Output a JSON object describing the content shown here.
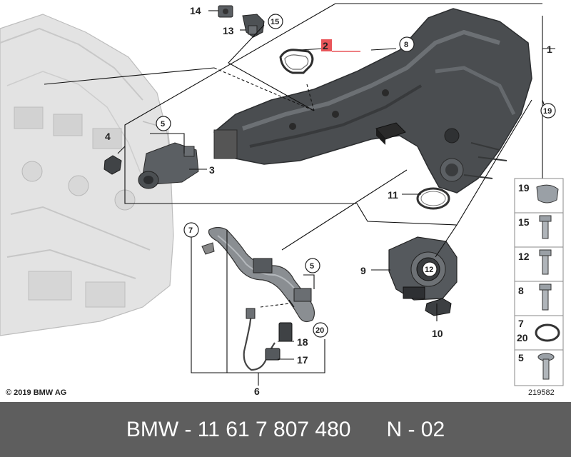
{
  "diagram": {
    "copyright": "© 2019 BMW AG",
    "image_number": "219582",
    "callouts": {
      "c1": "1",
      "c2": "2",
      "c3": "3",
      "c4": "4",
      "c5a": "5",
      "c5b": "5",
      "c6": "6",
      "c7": "7",
      "c8": "8",
      "c9": "9",
      "c10": "10",
      "c11": "11",
      "c12": "12",
      "c13": "13",
      "c14": "14",
      "c15": "15",
      "c17": "17",
      "c18": "18",
      "c19": "19",
      "c20": "20"
    },
    "legend": [
      {
        "label": "19"
      },
      {
        "label": "15"
      },
      {
        "label": "12"
      },
      {
        "label": "8"
      },
      {
        "label": "7",
        "label2": "20"
      },
      {
        "label": "5"
      }
    ]
  },
  "footer": {
    "part_number": "BMW - 11 61 7 807 480",
    "position": "N - 02"
  }
}
